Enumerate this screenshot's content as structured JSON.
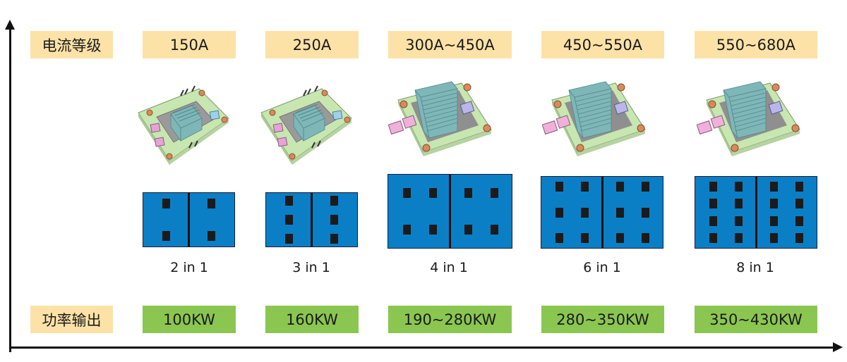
{
  "row_labels": {
    "current": "电流等级",
    "power": "功率输出"
  },
  "columns": [
    {
      "current": "150A",
      "config": "2 in 1",
      "power": "100KW",
      "module_type": "small-module",
      "dies_per_half": {
        "cols": 1,
        "rows": 2
      }
    },
    {
      "current": "250A",
      "config": "3 in 1",
      "power": "160KW",
      "module_type": "small-module",
      "dies_per_half": {
        "cols": 1,
        "rows": 3
      }
    },
    {
      "current": "300A~450A",
      "config": "4 in 1",
      "power": "190~280KW",
      "module_type": "large-module",
      "dies_per_half": {
        "cols": 2,
        "rows": 2
      }
    },
    {
      "current": "450~550A",
      "config": "6 in 1",
      "power": "280~350KW",
      "module_type": "large-module",
      "dies_per_half": {
        "cols": 2,
        "rows": 3
      }
    },
    {
      "current": "550~680A",
      "config": "8 in 1",
      "power": "350~430KW",
      "module_type": "large-module",
      "dies_per_half": {
        "cols": 2,
        "rows": 4
      }
    }
  ],
  "colors": {
    "current_bg": "#fde2a7",
    "power_bg": "#8bc651",
    "chip_blue": "#0a7fc6",
    "die": "#1c1a1a"
  }
}
